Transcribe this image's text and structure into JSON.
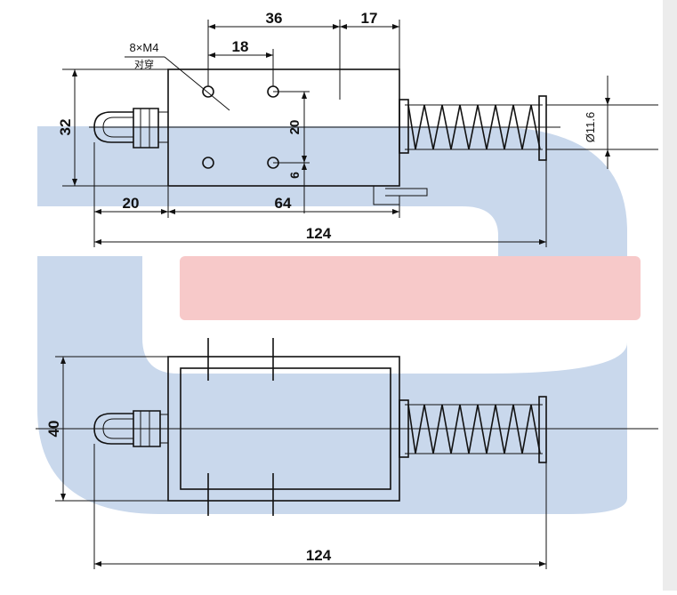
{
  "dimensions": {
    "top_36": "36",
    "top_17": "17",
    "top_18": "18",
    "height_32": "32",
    "vertical_20": "20",
    "vertical_6": "6",
    "diameter": "Ø11.6",
    "left_20": "20",
    "body_64": "64",
    "total_124_top": "124",
    "height_40": "40",
    "total_124_bottom": "124"
  },
  "labels": {
    "hole_spec": "8×M4",
    "through_note": "对穿"
  },
  "colors": {
    "watermark_blue": "#c9d8ec",
    "watermark_red": "#f7c9c9",
    "line": "#111111"
  }
}
